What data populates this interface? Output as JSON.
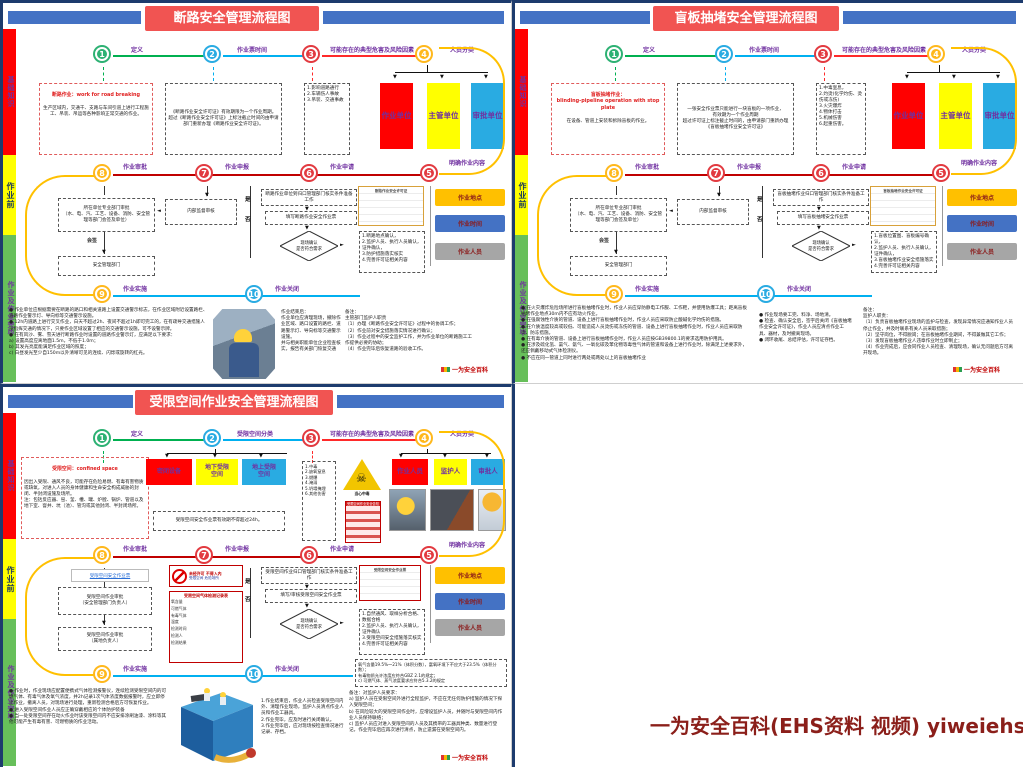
{
  "page": {
    "watermark": "一为安全百科(EHS资料 视频) yiweiehs.cn",
    "brand": "一为安全百科"
  },
  "labels": {
    "yes": "是",
    "no": "否",
    "countersign": "会签"
  },
  "q1": {
    "title": "断路安全管理流程图",
    "sidebar": {
      "top": "基础知识",
      "mid": "作业前",
      "bot": "作业及作业完毕"
    },
    "steps": [
      {
        "n": "1",
        "label": "定义"
      },
      {
        "n": "2",
        "label": "作业票时间"
      },
      {
        "n": "3",
        "label": "可能存在的典型危害及风险因素"
      },
      {
        "n": "4",
        "label": "人员分类"
      },
      {
        "n": "5",
        "label": "明确作业内容"
      },
      {
        "n": "6",
        "label": "作业申请"
      },
      {
        "n": "7",
        "label": "作业申报"
      },
      {
        "n": "8",
        "label": "作业审批"
      },
      {
        "n": "9",
        "label": "作业实施"
      },
      {
        "n": "10",
        "label": "作业关闭"
      }
    ],
    "definition": {
      "title": "断路作业：work for road breaking",
      "body": "生产区域内，交通干、支路与车间引道上进行工程施工、吊装、吊运等各种影响正常交通的作业。"
    },
    "ticket": "《断路作业安全许可证》有效期限为一个作业周期。\n超过《断路作业安全许可证》上标注截止时间的由申请部门重新办理《断路作业安全许可证》。",
    "hazards": "1.影响道路通行\n2.车辆伤人事故\n3.吊装、交通事故",
    "roles": [
      "作业单位",
      "主管单位",
      "审批单位"
    ],
    "approval_box": "所在单位专业部门审批\n（水、电、汽、工艺、设备、消防、安全管理等部门会签及单位）",
    "safety_dept": "安全管理部门",
    "audit_box": "内部监督审核",
    "prep_box": "断路作业单位到归口管理部门核实条件准备工作",
    "fill_box": "填写断路作业安全作业票",
    "diamond": "现场确认\n是否符合需求",
    "checklist": "1.断路地点确认，\n2.监护人员、执行人员确认，证件确认，\n3.防护措施落实核实\n4.完善许可证相关内容",
    "form_title": "断路作业安全许可证",
    "content_boxes": [
      "作业地点",
      "作业时间",
      "作业人员"
    ],
    "bullets": "● 作业单位应根据需要在断路的路口和相关道路上设置交通警示标志，在作业区域附近设置路栏、道路作业警示灯、导向标等交通警示设施。\n● 12h内道路上进行交叉作业，白天不超过2h、夜间不超过1h即可完工的，在有疏导交通措施人员指挥交通的情况下，只要作业区域设置了相应的交通警示设施，可不设警示牌。\n● 在有风沙、雾、雪天进行断路作业时设置的道路作业警示灯，应满足以下要求：\na) 设置高度应离地面1.5m，不低于1.0m；\nb) 其发光亮度能满足作业区域的照度；\nc) 白昼发光至少自150m以外清晰可见的连续、闪烁或旋转的红光。",
    "closure": "作业结束后：\n作业单位应清理现场，撤除作业区域、路口设置的路栏、道路警示灯、导向标等交通警示设施。\n并与相关职能单位企业检查核实，报告有关部门恢复交通",
    "notes": "备注：\n主管部门监护人职责\n（1）办理《断路作业安全许可证》过程中的协调工作；\n（2）作业前对安全措施落实情况进行确认；\n（3）作业过程中的安全监护工作，并为作业单位的断路施工工作提供必要的协助；\n（4）作业完毕后恢复道路的验收工作。"
  },
  "q2": {
    "title": "盲板抽堵安全管理流程图",
    "sidebar": {
      "top": "基础知识",
      "mid": "作业前",
      "bot": "作业及作业完毕"
    },
    "steps": [
      {
        "n": "1",
        "label": "定义"
      },
      {
        "n": "2",
        "label": "作业票时间"
      },
      {
        "n": "3",
        "label": "可能存在的典型危害及风险因素"
      },
      {
        "n": "4",
        "label": "人员分类"
      },
      {
        "n": "5",
        "label": "明确作业内容"
      },
      {
        "n": "6",
        "label": "作业申请"
      },
      {
        "n": "7",
        "label": "作业申报"
      },
      {
        "n": "8",
        "label": "作业审批"
      },
      {
        "n": "9",
        "label": "作业实施"
      },
      {
        "n": "10",
        "label": "作业关闭"
      }
    ],
    "definition": {
      "title": "盲板抽堵作业：\nblinding-pipeline operation with stop plate",
      "body": "在设备、管道上安装和拆除盲板的作业。"
    },
    "ticket": "一张安全作业票只能进行一块盲板的一项作业，\n有效期为一个作业周期\n超过许可证上标注截止时间的，由申请部门重新办理《盲板抽堵作业安全许可证》",
    "hazards": "1.中毒窒息，\n2.灼烫(化学灼伤、烫伤或冻伤)\n3.火灾爆炸\n4.物体打击\n5.机械伤害\n6.起重伤害。",
    "roles": [
      "作业单位",
      "主管单位",
      "审批单位"
    ],
    "approval_box": "所在单位专业部门审批\n（水、电、汽、工艺、设备、消防、安全管理等部门会签及单位）",
    "safety_dept": "安全管理部门",
    "audit_box": "内部监督审核",
    "prep_box": "盲板抽堵作业归口管理部门核实条件准备工作",
    "fill_box": "填写盲板抽堵安全作业票",
    "diamond": "现场确认\n是否符合需求",
    "checklist": "1.盲板位置图、盲板编号确认，\n2.监护人员、执行人员确认，证件确认，\n3.盲板抽堵作业安全措施落实\n4.完善许可证相关内容",
    "form_title": "盲板抽堵作业安全许可证",
    "content_boxes": [
      "作业地点",
      "作业时间",
      "作业人员"
    ],
    "bullets": "● 在火灾爆炸危险场所进行盲板抽堵作业时，作业人员应穿防静电工作服、工作鞋，并使用防爆工具；距离盲板抽堵作业地点30m内不应有动火作业。\n● 在强腐蚀性介质的管道、设备上进行盲板抽堵作业时，作业人员应采取防止酸碱化学灼伤的措施。\n● 在介质温度较高或较低、可能造成人员烫伤或冻伤的管道、设备上进行盲板抽堵作业时，作业人员应采取防烫、防冻措施。\n● 在有毒介质的管道、设备上进行盲板抽堵作业时，作业人员应按GB39800.1的要求选用防护用具。\n● 在涉及硫化氢、氯气、氨气、一氧化碳及苯化物等毒性气体的管道和设备上进行作业时，除满足上述要求外，还应佩戴移动式气体检测仪。\n● 不应在同一管道上同时进行两处或两处以上的盲板抽堵作业",
    "closure": "● 作业现场要工完、料净、场地清。\n● 检查、确认安全后，签字后关闭《盲板抽堵作业安全许可证》，作业人员应清点作业工具、器材，及时撤离现场。\n● 闭环收尾、总结评估，许可证存档。",
    "notes": "备注：\n监护人职责：\n（1）负责盲板抽堵作业现场的监护与检查，发现异常情况应通知作业人员停止作业，并及时联系有关人员采取措施；\n（2）坚守岗位，不得脱岗；在盲板抽堵作业期间，不得兼做其它工作；\n（3）发现盲板抽堵作业人违章作业时立即制止；\n（4）作业完成后，应会同作业人员检查、清理现场，确认无问题后方可离开现场。"
  },
  "q3": {
    "title": "受限空间作业安全管理流程图",
    "sidebar": {
      "top": "基础知识",
      "mid": "作业前",
      "bot": "作业及作业完毕"
    },
    "steps": [
      {
        "n": "1",
        "label": "定义"
      },
      {
        "n": "2",
        "label": "受限空间分类"
      },
      {
        "n": "3",
        "label": "可能存在的典型危害及风险因素"
      },
      {
        "n": "4",
        "label": "人员分类"
      },
      {
        "n": "5",
        "label": "明确作业内容"
      },
      {
        "n": "6",
        "label": "作业申请"
      },
      {
        "n": "7",
        "label": "作业申报"
      },
      {
        "n": "8",
        "label": "作业审批"
      },
      {
        "n": "9",
        "label": "作业实施"
      },
      {
        "n": "10",
        "label": "作业关闭"
      }
    ],
    "definition": {
      "title": "受限空间：confined space",
      "body": "因出入受限、通风不良，可能存在危险易燃、有毒有害物质或缺氧，对进入人员的身体健康和生命安全构成威胁的封闭、半封闭设施及场所。\n注：包括反应器、窑、釜、槽、罐、炉膛、锅炉、管道以及地下室、窨井、坑（池）、管沟或其他封闭、半封闭场所。",
      "body2": ""
    },
    "classes": [
      "密闭设备",
      "地下受限\n空间",
      "地上受限\n空间"
    ],
    "ticket": "受限空间安全作业票有效期不得超过24h。",
    "hazards": "1.中毒\n2.缺氧窒息\n3.燃爆\n4.淹溺\n5.坍塌掩埋\n6.其他伤害",
    "warning_sign": "当心中毒",
    "poster_title": "受限空间作业安全告知",
    "roles": [
      "作业人员",
      "监护人",
      "审批人"
    ],
    "permit_link": "受限空间安全作业票",
    "boxA": "受限空间作业审批\n（安全管理部门负责人）",
    "boxB": "受限空间作业审批\n（属地负责人）",
    "sign_line1": "未经许可 不得入内",
    "sign_line2": "受限空间 危险场所",
    "gas_form_title": "受限空间气体检测记录表",
    "gas_rows": "氧含量\n可燃气体\n有毒气体\n温度\n检测时间\n检测人\n检测结果",
    "prep_box": "受限空间作业归口管理部门核实条件准备工作",
    "fill_box": "填写/审核受限空间安全作业票",
    "diamond": "现场确认\n是否符合需求",
    "checklist": "1.自然通风、取样分析合格、数据合格\n2.监护人员、执行人员确认，证件确认\n3.受限空间安全措施落实核实\n4.完善许可证相关内容",
    "form_title": "受限空间安全作业票",
    "content_boxes": [
      "作业地点",
      "作业时间",
      "作业人员"
    ],
    "oxygen": "氧气含量19.5%～21%（体积分数），富氧环境下不应大于23.5%（体积分数）；\n有毒物质允许浓度应符合GBZ 2.1的规定；\nc) 可燃气体、蒸气浓度要求应符合5.3.2的规定",
    "bullets": "● 作业时，作业现场应配置便携式气体检测报警仪，连续检测受限空间内的可燃气体、有毒气体及氧气浓度，并2h记录1次气体浓度数据报警时，应立即停止作业，撤离人员，对现场进行处理，重新检测合格后方可恢复作业。\n● 进入受限空间作业人员应正确穿戴相应的个体防护装备\n● 当一处受限空间存在动火作业时该受限空间内不应安排涂刷油漆、涂料等其他可能产生有毒有害、可燃物质的作业活动。",
    "closure": "1.作业结束后，作业人员检查受限空间内外、清理作业现场，监护人员清点作业人员和作业工器具。\n2.作业完毕，应及时进行关闭确认。\n3.作业完毕后，应对现场按检查情况进行记录、存档。",
    "notes": "备注：对监护人员要求：\na) 监护人员在受限空间外进行全程监护，不应在无任何防护措施的情况下探入受限空间；\nb) 在风险较大的受限空间作业时，应增设监护人员，并随时与受限空间内作业人员保持联络；\nc) 监护人员应对进入受限空间的人员及其携带的工器具种类、数量进行登记，作业完毕后应再次进行清点，防止遗漏在受限空间内。"
  }
}
